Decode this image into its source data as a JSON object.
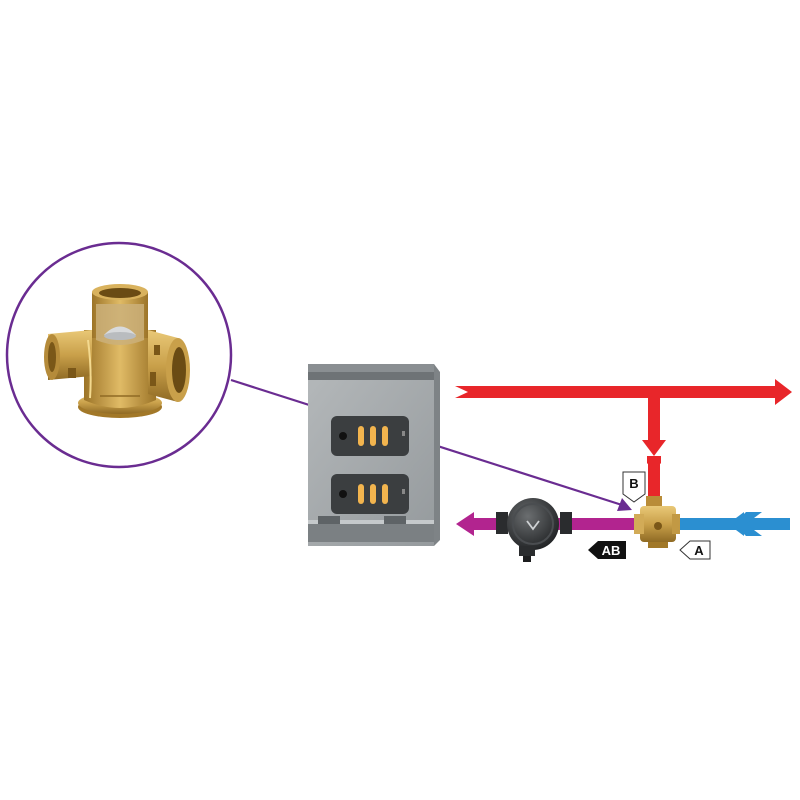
{
  "colors": {
    "hot": "#e8262a",
    "cold": "#2b8fd1",
    "mixed": "#b2248f",
    "pointer": "#6a2c91",
    "brass": "#c9a04a",
    "housing": "#a9adaf"
  },
  "ports": {
    "b": "B",
    "a": "A",
    "ab": "AB"
  },
  "icons": {
    "detail": "brass-tee-valve-body",
    "valve": "mixing-valve",
    "pump": "circulation-pump",
    "box": "boiler-unit"
  }
}
